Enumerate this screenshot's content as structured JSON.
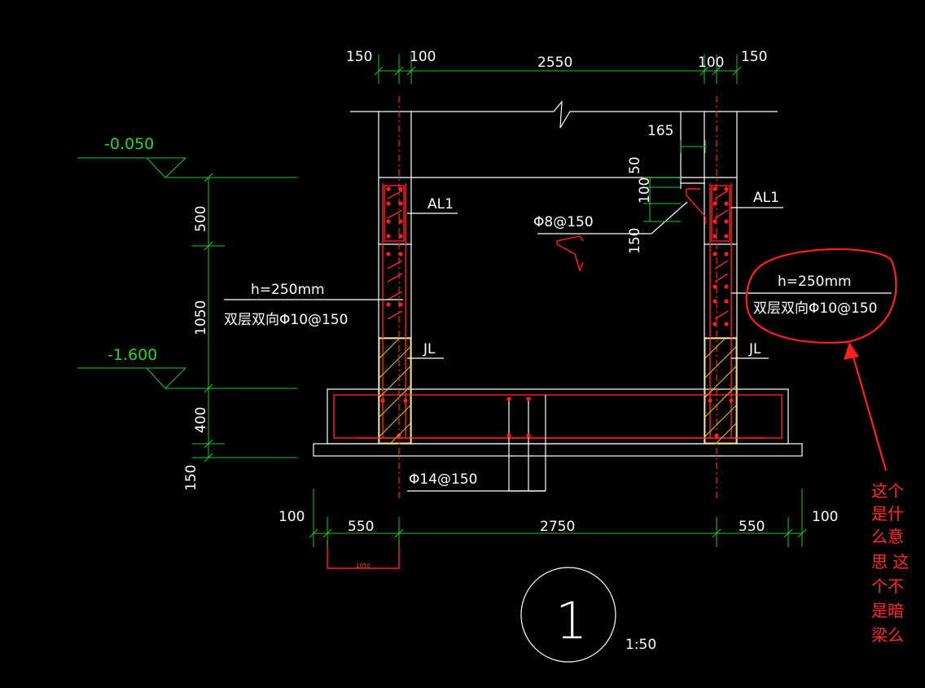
{
  "drawing": {
    "top_dims": [
      "150",
      "100",
      "2550",
      "100",
      "150"
    ],
    "bottom_dims": [
      "100",
      "550",
      "2750",
      "550",
      "100"
    ],
    "small_dim": "1050",
    "left_dims": [
      "500",
      "1050",
      "400",
      "150"
    ],
    "levels": [
      "-0.050",
      "-1.600"
    ],
    "detail_dims": [
      "165",
      "50",
      "100",
      "150"
    ],
    "labels": {
      "al1_left": "AL1",
      "al1_right": "AL1",
      "jl_left": "JL",
      "jl_right": "JL",
      "bar_phi8": "Φ8@150",
      "bar_phi14": "Φ14@150",
      "wall_h_left": "h=250mm",
      "wall_bars_left": "双层双向Φ10@150",
      "wall_h_right": "h=250mm",
      "wall_bars_right": "双层双向Φ10@150"
    },
    "section_number": "1",
    "scale": "1:50"
  },
  "annotation": {
    "lines": [
      "这个",
      "是什",
      "么意",
      "思 这",
      "个不",
      "是暗",
      "梁么"
    ],
    "color": "#ff2a2a"
  },
  "colors": {
    "background": "#000000",
    "outline": "#ffffff",
    "dimension": "#22c322",
    "rebar": "#ff2020",
    "hatch": "#e6c020"
  }
}
